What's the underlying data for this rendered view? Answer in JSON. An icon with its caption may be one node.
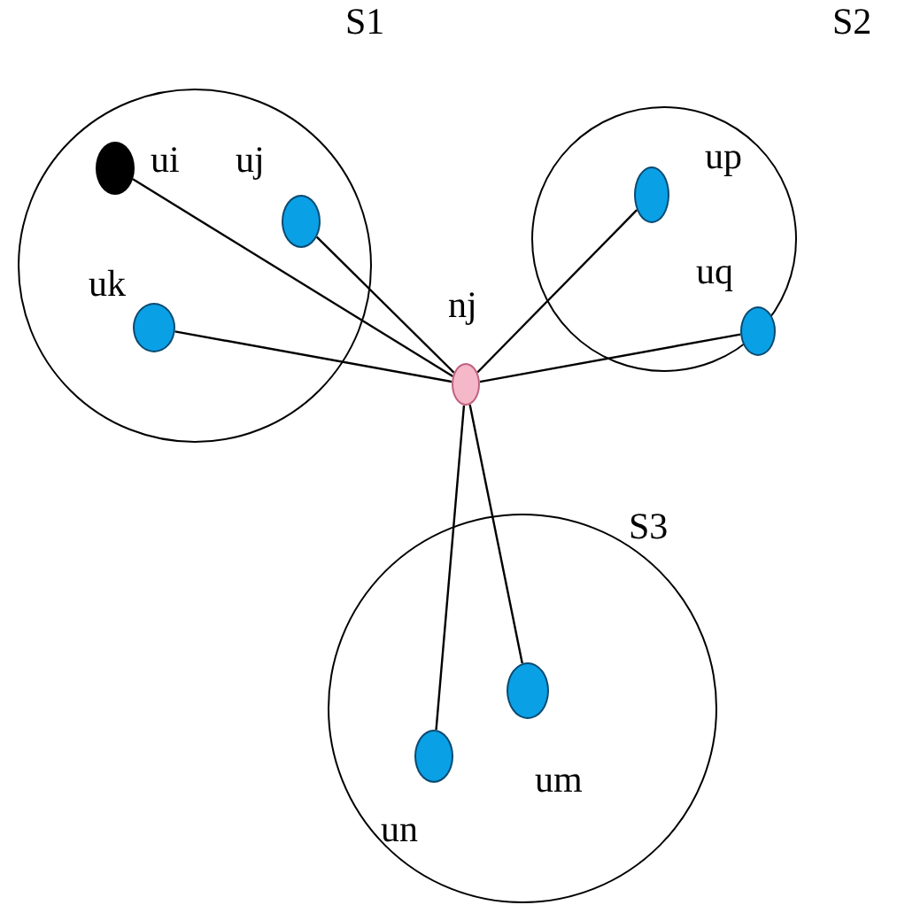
{
  "diagram": {
    "nodes": [
      {
        "text": [
          "S1"
        ]
      },
      {
        "text": [],
        "shape": "circle",
        "beside": [
          "ui"
        ],
        "in": 0
      },
      {
        "text": [],
        "shape": "circle",
        "beside": [
          "uj"
        ],
        "in": 0
      },
      {
        "text": [],
        "shape": "circle",
        "beside": [
          "uk"
        ],
        "in": 0
      },
      {
        "text": [
          "S2"
        ]
      },
      {
        "text": [],
        "shape": "circle",
        "beside": [
          "up"
        ],
        "in": 4
      },
      {
        "text": [],
        "shape": "circle",
        "beside": [
          "uq"
        ],
        "in": 4
      },
      {
        "text": [],
        "shape": "circle",
        "beside": [
          "nj"
        ]
      },
      {
        "text": [
          "S3"
        ]
      },
      {
        "text": [],
        "shape": "circle",
        "beside": [
          "un"
        ],
        "in": 8
      },
      {
        "text": [],
        "shape": "circle",
        "beside": [
          "um"
        ],
        "in": 8
      }
    ],
    "edges": [
      {
        "from": 1,
        "to": 7,
        "arrow": "none"
      },
      {
        "from": 2,
        "to": 7,
        "arrow": "none"
      },
      {
        "from": 3,
        "to": 7,
        "arrow": "none"
      },
      {
        "from": 5,
        "to": 7,
        "arrow": "none"
      },
      {
        "from": 6,
        "to": 7,
        "arrow": "none"
      },
      {
        "from": 9,
        "to": 7,
        "arrow": "none"
      },
      {
        "from": 10,
        "to": 7,
        "arrow": "none"
      }
    ]
  }
}
